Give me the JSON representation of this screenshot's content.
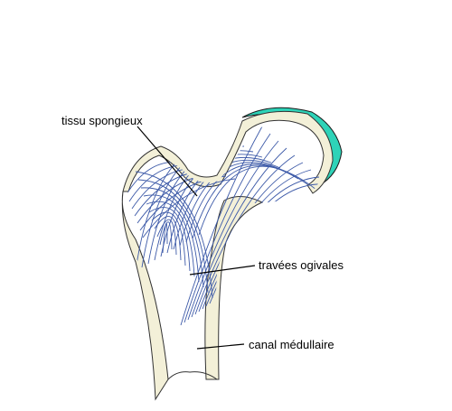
{
  "labels": {
    "spongy": "tissu spongieux",
    "ogival": "travées ogivales",
    "canal": "canal médullaire"
  },
  "colors": {
    "cortex_fill": "#f3f0d8",
    "cortex_stroke": "#333333",
    "trabecula": "#3d5aa8",
    "cartilage": "#2ed3b8",
    "leader": "#000000"
  }
}
